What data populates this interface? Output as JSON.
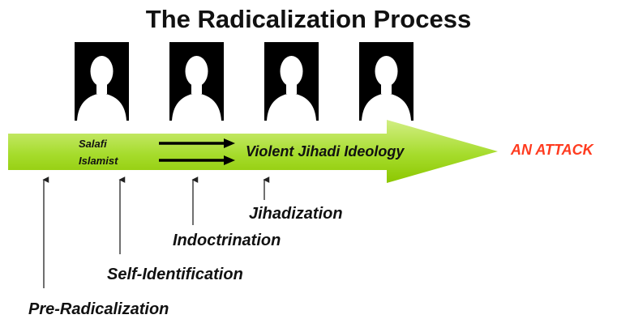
{
  "title": "The Radicalization Process",
  "figures": [
    "person-silhouette",
    "person-silhouette",
    "person-silhouette",
    "person-silhouette"
  ],
  "arrow": {
    "inner_label_line1": "Salafi",
    "inner_label_line2": "Islamist",
    "ideology_label": "Violent Jihadi Ideology",
    "end_label": "AN ATTACK"
  },
  "stages": [
    "Pre-Radicalization",
    "Self-Identification",
    "Indoctrination",
    "Jihadization"
  ],
  "colors": {
    "arrow_light": "#cdeb7a",
    "arrow_dark": "#8fce00",
    "attack_text": "#ff3b1f",
    "silhouette_bg": "#000000",
    "silhouette_figure": "#ffffff"
  }
}
